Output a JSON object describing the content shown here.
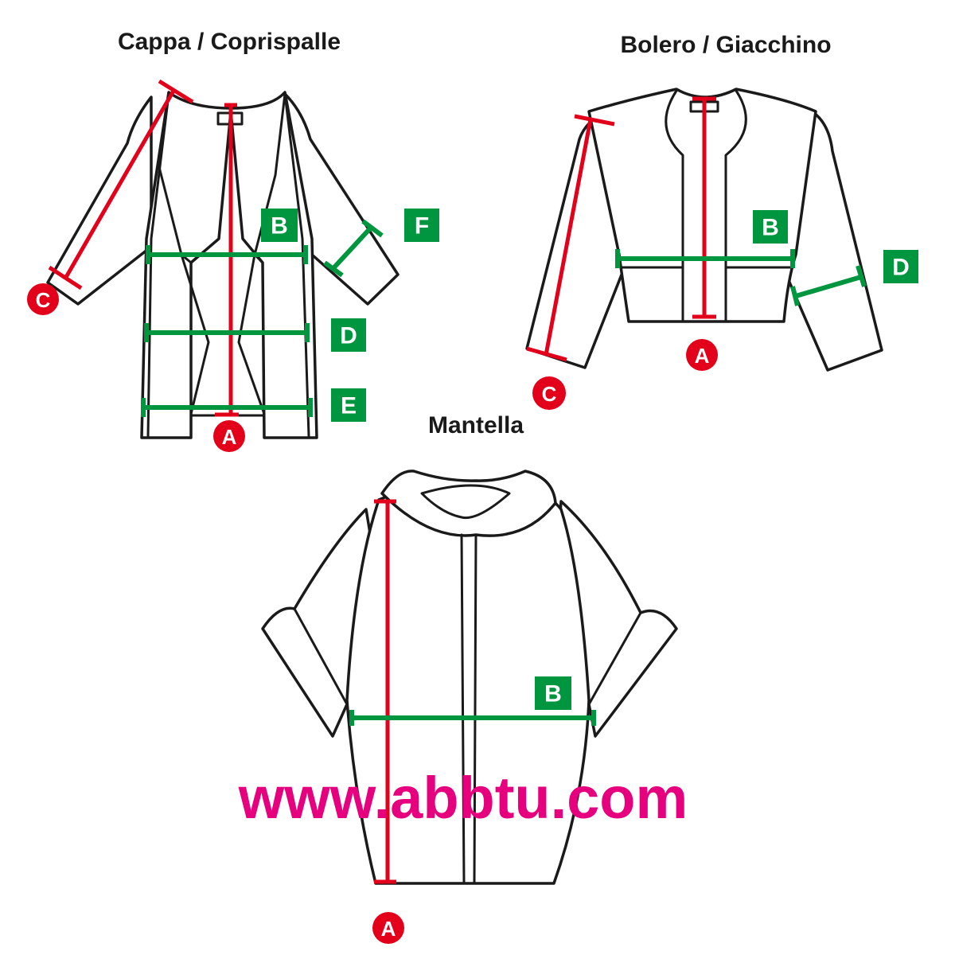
{
  "titles": {
    "cappa": "Cappa / Coprispalle",
    "bolero": "Bolero  / Giacchino",
    "mantella": "Mantella"
  },
  "labels": {
    "a": "A",
    "b": "B",
    "c": "C",
    "d": "D",
    "e": "E",
    "f": "F"
  },
  "watermark": "www.abbtu.com",
  "colors": {
    "red": "#e2001a",
    "green": "#009640",
    "watermark": "#e6007e",
    "outline": "#1a1a1a"
  }
}
